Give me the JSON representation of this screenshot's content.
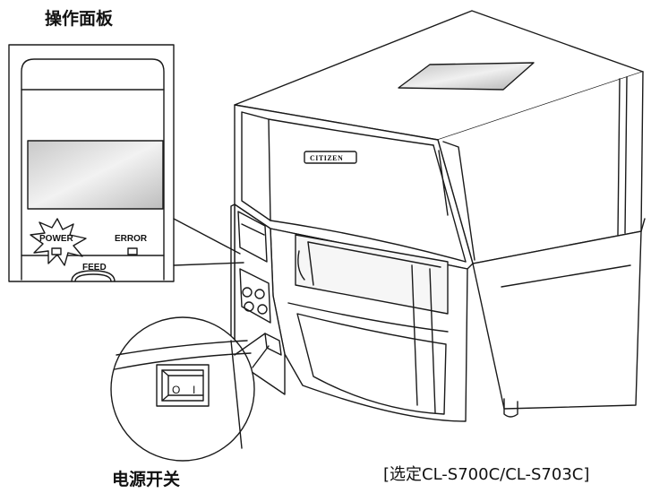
{
  "labels": {
    "operation_panel": "操作面板",
    "power_switch": "电源开关",
    "model_note": "[选定CL-S700C/CL-S703C]",
    "power_led": "POWER",
    "error_led": "ERROR",
    "feed_button": "FEED",
    "switch_on": "I",
    "switch_off": "O",
    "brand_logo": "CITIZEN"
  },
  "colors": {
    "line": "#1a1a1a",
    "background": "#ffffff",
    "lcd": "#d9d9d9"
  }
}
